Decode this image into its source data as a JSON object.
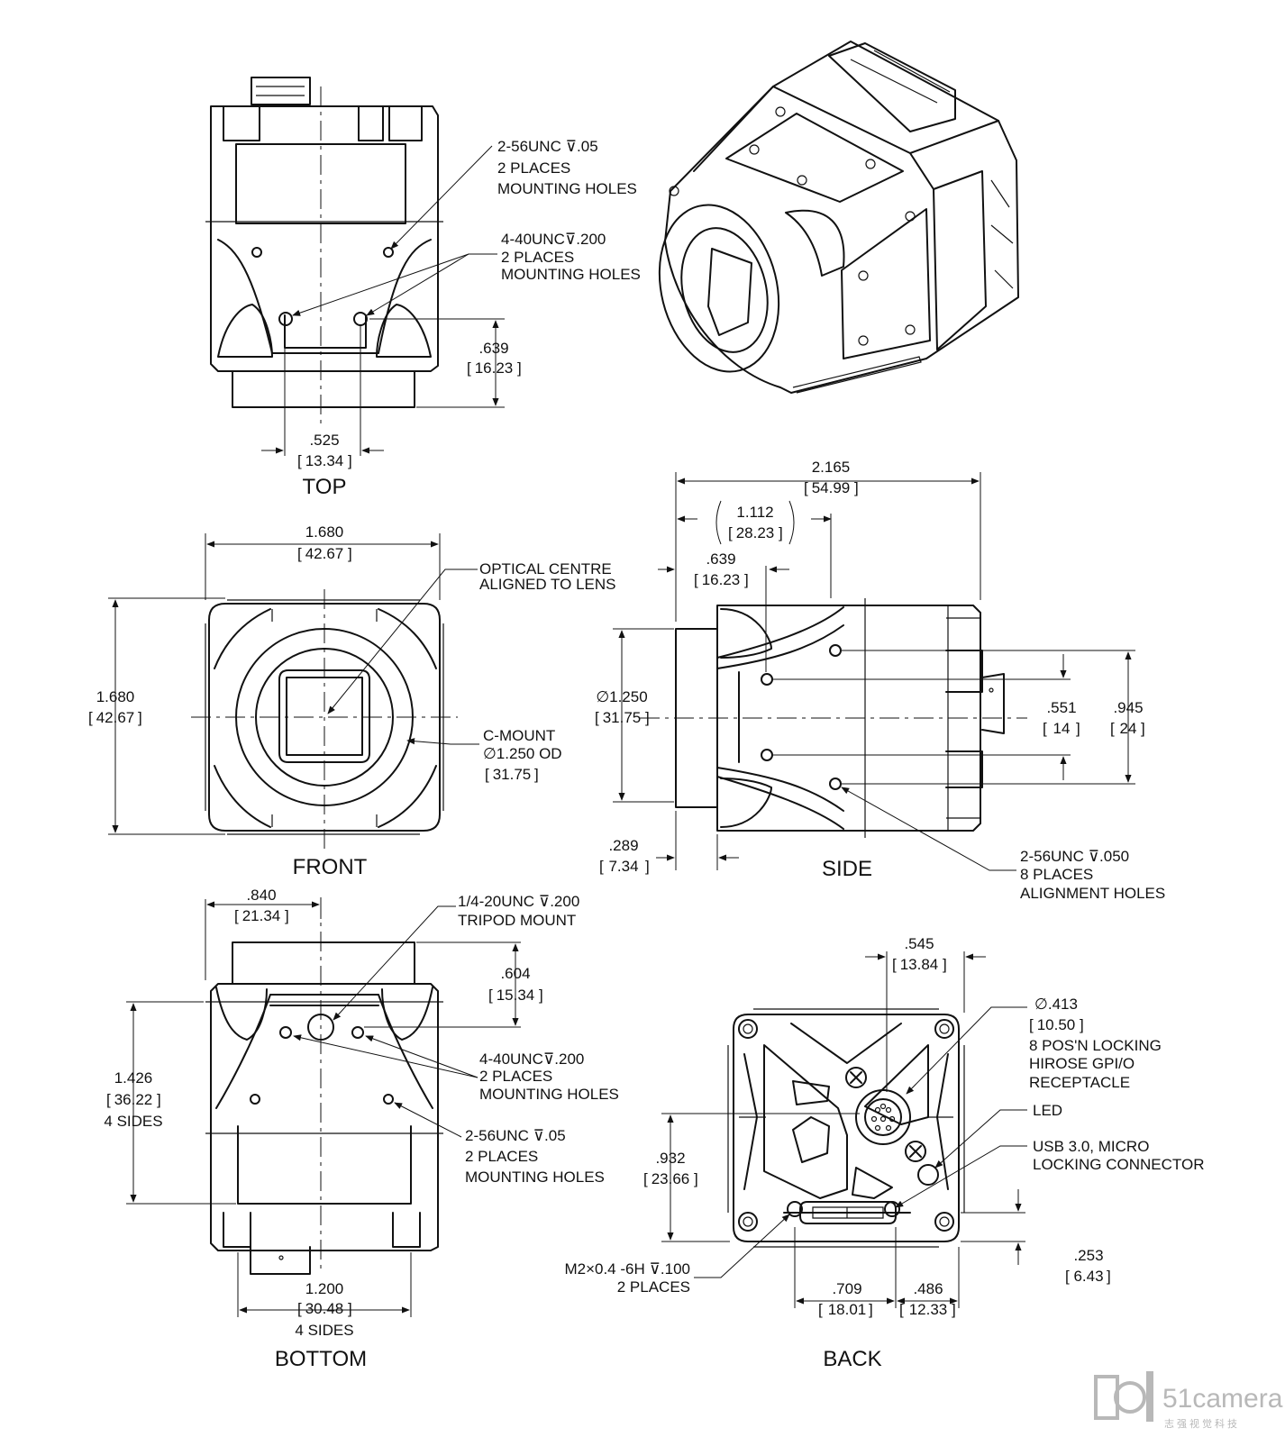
{
  "views": {
    "top": "TOP",
    "front": "FRONT",
    "side": "SIDE",
    "bottom": "BOTTOM",
    "back": "BACK"
  },
  "top_notes": {
    "hole1_l1": "2-56UNC ⊽.05",
    "hole1_l2": "2 PLACES",
    "hole1_l3": "MOUNTING HOLES",
    "hole2_l1": "4-40UNC⊽.200",
    "hole2_l2": "2 PLACES",
    "hole2_l3": "MOUNTING HOLES"
  },
  "top_dims": {
    "d639_in": ".639",
    "d639_mm": "16.23",
    "d525_in": ".525",
    "d525_mm": "13.34"
  },
  "front_notes": {
    "optical_l1": "OPTICAL CENTRE",
    "optical_l2": "ALIGNED TO LENS",
    "cmount_l1": "C-MOUNT",
    "cmount_l2": "∅1.250 OD",
    "cmount_l3": "31.75"
  },
  "front_dims": {
    "w_in": "1.680",
    "w_mm": "42.67",
    "h_in": "1.680",
    "h_mm": "42.67"
  },
  "side_dims": {
    "len_in": "2.165",
    "len_mm": "54.99",
    "ref_in": "1.112",
    "ref_mm": "28.23",
    "d639_in": ".639",
    "d639_mm": "16.23",
    "dia_in": "∅1.250",
    "dia_mm": "31.75",
    "d289_in": ".289",
    "d289_mm": "7.34",
    "d551_in": ".551",
    "d551_mm": "14",
    "d945_in": ".945",
    "d945_mm": "24"
  },
  "side_notes": {
    "align_l1": "2-56UNC ⊽.050",
    "align_l2": "8 PLACES",
    "align_l3": "ALIGNMENT HOLES"
  },
  "bottom_dims": {
    "d840_in": ".840",
    "d840_mm": "21.34",
    "d604_in": ".604",
    "d604_mm": "15.34",
    "d1426_in": "1.426",
    "d1426_mm": "36.22",
    "d1426_note": "4 SIDES",
    "d1200_in": "1.200",
    "d1200_mm": "30.48",
    "d1200_note": "4 SIDES"
  },
  "bottom_notes": {
    "tripod_l1": "1/4-20UNC ⊽.200",
    "tripod_l2": "TRIPOD MOUNT",
    "hole1_l1": "4-40UNC⊽.200",
    "hole1_l2": "2 PLACES",
    "hole1_l3": "MOUNTING HOLES",
    "hole2_l1": "2-56UNC ⊽.05",
    "hole2_l2": "2 PLACES",
    "hole2_l3": "MOUNTING HOLES"
  },
  "back_dims": {
    "d545_in": ".545",
    "d545_mm": "13.84",
    "d413_in": "∅.413",
    "d413_mm": "10.50",
    "d932_in": ".932",
    "d932_mm": "23.66",
    "d253_in": ".253",
    "d253_mm": "6.43",
    "d709_in": ".709",
    "d709_mm": "18.01",
    "d486_in": ".486",
    "d486_mm": "12.33"
  },
  "back_notes": {
    "hirose_l1": "8 POS'N LOCKING",
    "hirose_l2": "HIROSE GPI/O",
    "hirose_l3": "RECEPTACLE",
    "led": "LED",
    "usb_l1": "USB 3.0, MICRO",
    "usb_l2": "LOCKING CONNECTOR",
    "m2_l1": "M2×0.4 -6H ⊽.100",
    "m2_l2": "2 PLACES"
  },
  "watermark": {
    "brand": "51camera",
    "sub": "志强视觉科技"
  }
}
